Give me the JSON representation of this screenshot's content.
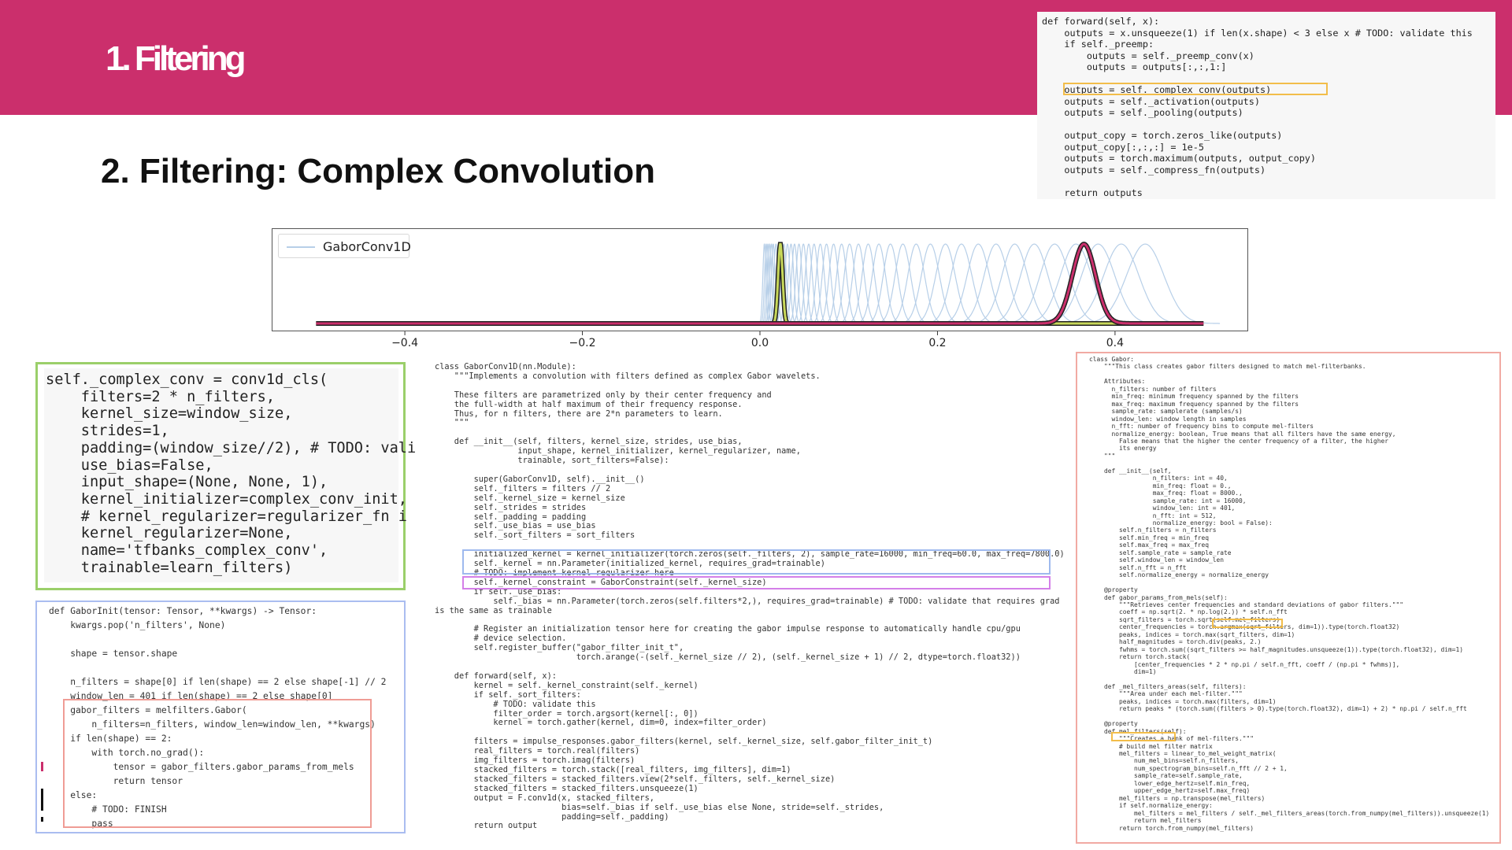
{
  "banner": {
    "title": "1. Filtering"
  },
  "slide": {
    "title": "2. Filtering: Complex Convolution"
  },
  "forward_code": [
    "def forward(self, x):",
    "    outputs = x.unsqueeze(1) if len(x.shape) < 3 else x # TODO: validate this",
    "    if self._preemp:",
    "        outputs = self._preemp_conv(x)",
    "        outputs = outputs[:,:,1:]",
    "",
    "    outputs = self._complex_conv(outputs)",
    "    outputs = self._activation(outputs)",
    "    outputs = self._pooling(outputs)",
    "",
    "    output_copy = torch.zeros_like(outputs)",
    "    output_copy[:,:,:] = 1e-5",
    "    outputs = torch.maximum(outputs, output_copy)",
    "    outputs = self._compress_fn(outputs)",
    "",
    "    return outputs"
  ],
  "chart_data": {
    "type": "line",
    "legend": [
      "GaborConv1D"
    ],
    "legend_position": "upper-left",
    "xlim": [
      -0.55,
      0.55
    ],
    "xticks": [
      -0.4,
      -0.2,
      0.0,
      0.2,
      0.4
    ],
    "xtick_labels": [
      "−0.4",
      "−0.2",
      "0.0",
      "0.2",
      "0.4"
    ],
    "ylim": [
      0,
      1.1
    ],
    "colors": {
      "filters": "#b7cfe8",
      "highlight_low": "#c8d85a",
      "highlight_high": "#cb2f6c"
    },
    "filter_centers": [
      0.005,
      0.007,
      0.009,
      0.011,
      0.013,
      0.015,
      0.018,
      0.021,
      0.024,
      0.027,
      0.031,
      0.035,
      0.039,
      0.044,
      0.049,
      0.055,
      0.061,
      0.068,
      0.075,
      0.083,
      0.092,
      0.101,
      0.111,
      0.122,
      0.134,
      0.147,
      0.161,
      0.176,
      0.192,
      0.209,
      0.227,
      0.246,
      0.266,
      0.287,
      0.309,
      0.332,
      0.356,
      0.381,
      0.407,
      0.434
    ],
    "highlighted_filters": [
      {
        "center": 0.023,
        "sigma": 0.0025
      },
      {
        "center": 0.365,
        "sigma": 0.013
      }
    ]
  },
  "conv_code": [
    "self._complex_conv = conv1d_cls(",
    "    filters=2 * n_filters,",
    "    kernel_size=window_size,",
    "    strides=1,",
    "    padding=(window_size//2), # TODO: vali",
    "    use_bias=False,",
    "    input_shape=(None, None, 1),",
    "    kernel_initializer=complex_conv_init,",
    "    # kernel_regularizer=regularizer_fn i",
    "    kernel_regularizer=None,",
    "    name='tfbanks_complex_conv',",
    "    trainable=learn_filters)"
  ],
  "init_code": [
    "def GaborInit(tensor: Tensor, **kwargs) -> Tensor:",
    "    kwargs.pop('n_filters', None)",
    "",
    "    shape = tensor.shape",
    "",
    "    n_filters = shape[0] if len(shape) == 2 else shape[-1] // 2",
    "    window_len = 401 if len(shape) == 2 else shape[0]",
    "    gabor_filters = melfilters.Gabor(",
    "        n_filters=n_filters, window_len=window_len, **kwargs)",
    "    if len(shape) == 2:",
    "        with torch.no_grad():",
    "            tensor = gabor_filters.gabor_params_from_mels",
    "            return tensor",
    "    else:",
    "        # TODO: FINISH",
    "        pass"
  ],
  "module_code": [
    "class GaborConv1D(nn.Module):",
    "    \"\"\"Implements a convolution with filters defined as complex Gabor wavelets.",
    "",
    "    These filters are parametrized only by their center frequency and",
    "    the full-width at half maximum of their frequency response.",
    "    Thus, for n filters, there are 2*n parameters to learn.",
    "    \"\"\"",
    "",
    "    def __init__(self, filters, kernel_size, strides, use_bias,",
    "                 input_shape, kernel_initializer, kernel_regularizer, name,",
    "                 trainable, sort_filters=False):",
    "",
    "        super(GaborConv1D, self).__init__()",
    "        self._filters = filters // 2",
    "        self._kernel_size = kernel_size",
    "        self._strides = strides",
    "        self._padding = padding",
    "        self._use_bias = use_bias",
    "        self._sort_filters = sort_filters",
    "",
    "        initialized_kernel = kernel_initializer(torch.zeros(self._filters, 2), sample_rate=16000, min_freq=60.0, max_freq=7800.0)",
    "        self._kernel = nn.Parameter(initialized_kernel, requires_grad=trainable)",
    "        # TODO: implement kernel regularizer here",
    "        self._kernel_constraint = GaborConstraint(self._kernel_size)",
    "        if self._use_bias:",
    "            self._bias = nn.Parameter(torch.zeros(self.filters*2,), requires_grad=trainable) # TODO: validate that requires grad",
    "is the same as trainable",
    "",
    "        # Register an initialization tensor here for creating the gabor impulse response to automatically handle cpu/gpu",
    "        # device selection.",
    "        self.register_buffer(\"gabor_filter_init_t\",",
    "                             torch.arange(-(self._kernel_size // 2), (self._kernel_size + 1) // 2, dtype=torch.float32))",
    "",
    "    def forward(self, x):",
    "        kernel = self._kernel_constraint(self._kernel)",
    "        if self._sort_filters:",
    "            # TODO: validate this",
    "            filter_order = torch.argsort(kernel[:, 0])",
    "            kernel = torch.gather(kernel, dim=0, index=filter_order)",
    "",
    "        filters = impulse_responses.gabor_filters(kernel, self._kernel_size, self.gabor_filter_init_t)",
    "        real_filters = torch.real(filters)",
    "        img_filters = torch.imag(filters)",
    "        stacked_filters = torch.stack([real_filters, img_filters], dim=1)",
    "        stacked_filters = stacked_filters.view(2*self._filters, self._kernel_size)",
    "        stacked_filters = stacked_filters.unsqueeze(1)",
    "        output = F.conv1d(x, stacked_filters,",
    "                          bias=self._bias if self._use_bias else None, stride=self._strides,",
    "                          padding=self._padding)",
    "        return output"
  ],
  "gabor_code": [
    "class Gabor:",
    "    \"\"\"This class creates gabor filters designed to match mel-filterbanks.",
    "",
    "    Attributes:",
    "      n_filters: number of filters",
    "      min_freq: minimum frequency spanned by the filters",
    "      max_freq: maximum frequency spanned by the filters",
    "      sample_rate: samplerate (samples/s)",
    "      window_len: window length in samples",
    "      n_fft: number of frequency bins to compute mel-filters",
    "      normalize_energy: boolean, True means that all filters have the same energy,",
    "        False means that the higher the center frequency of a filter, the higher",
    "        its energy",
    "    \"\"\"",
    "",
    "    def __init__(self,",
    "                 n_filters: int = 40,",
    "                 min_freq: float = 0.,",
    "                 max_freq: float = 8000.,",
    "                 sample_rate: int = 16000,",
    "                 window_len: int = 401,",
    "                 n_fft: int = 512,",
    "                 normalize_energy: bool = False):",
    "        self.n_filters = n_filters",
    "        self.min_freq = min_freq",
    "        self.max_freq = max_freq",
    "        self.sample_rate = sample_rate",
    "        self.window_len = window_len",
    "        self.n_fft = n_fft",
    "        self.normalize_energy = normalize_energy",
    "",
    "    @property",
    "    def gabor_params_from_mels(self):",
    "        \"\"\"Retrieves center frequencies and standard deviations of gabor filters.\"\"\"",
    "        coeff = np.sqrt(2. * np.log(2.)) * self.n_fft",
    "        sqrt_filters = torch.sqrt(self.mel_filters)",
    "        center_frequencies = torch.argmax(sqrt_filters, dim=1)).type(torch.float32)",
    "        peaks, indices = torch.max(sqrt_filters, dim=1)",
    "        half_magnitudes = torch.div(peaks, 2.)",
    "        fwhms = torch.sum((sqrt_filters >= half_magnitudes.unsqueeze(1)).type(torch.float32), dim=1)",
    "        return torch.stack(",
    "            [center_frequencies * 2 * np.pi / self.n_fft, coeff / (np.pi * fwhms)],",
    "            dim=1)",
    "",
    "    def _mel_filters_areas(self, filters):",
    "        \"\"\"Area under each mel-filter.\"\"\"",
    "        peaks, indices = torch.max(filters, dim=1)",
    "        return peaks * (torch.sum((filters > 0).type(torch.float32), dim=1) + 2) * np.pi / self.n_fft",
    "",
    "    @property",
    "    def mel_filters(self):",
    "        \"\"\"Creates a bank of mel-filters.\"\"\"",
    "        # build mel filter matrix",
    "        mel_filters = linear_to_mel_weight_matrix(",
    "            num_mel_bins=self.n_filters,",
    "            num_spectrogram_bins=self.n_fft // 2 + 1,",
    "            sample_rate=self.sample_rate,",
    "            lower_edge_hertz=self.min_freq,",
    "            upper_edge_hertz=self.max_freq)",
    "        mel_filters = np.transpose(mel_filters)",
    "        if self.normalize_energy:",
    "            mel_filters = mel_filters / self._mel_filters_areas(torch.from_numpy(mel_filters)).unsqueeze(1)",
    "            return mel_filters",
    "        return torch.from_numpy(mel_filters)"
  ]
}
